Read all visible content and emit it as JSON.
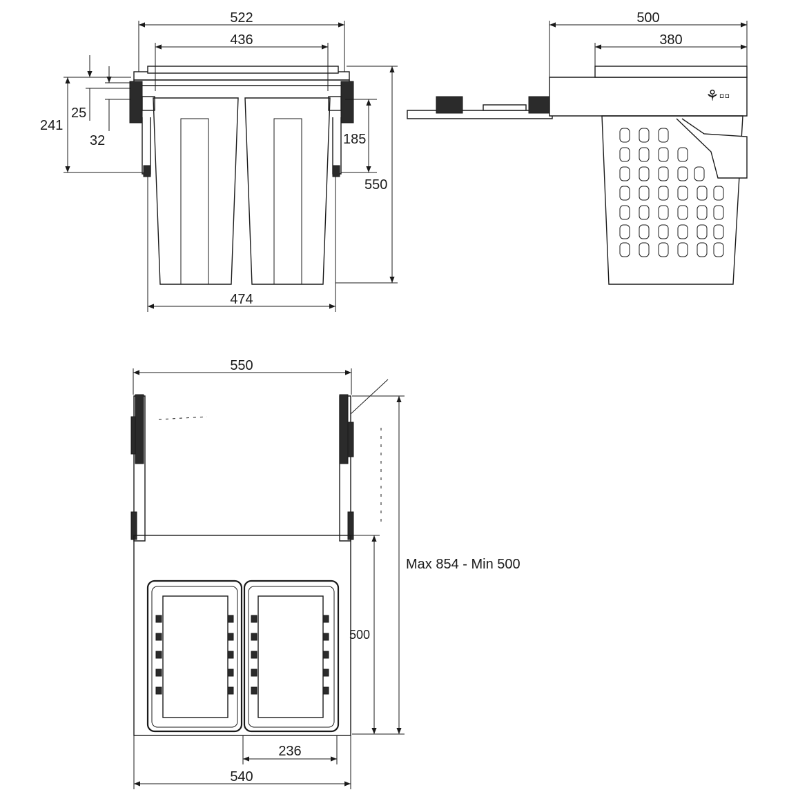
{
  "dimensions": {
    "front_overall_width": "522",
    "front_inner_width": "436",
    "front_bin_width": "474",
    "front_height_left": "241",
    "front_offset_25": "25",
    "front_offset_32": "32",
    "front_rail_height": "185",
    "front_total_height": "550",
    "side_overall_depth": "500",
    "side_basket_depth": "380",
    "top_overall_width": "550",
    "top_extension": "Max 854 - Min 500",
    "top_inner_depth": "500",
    "top_bin_width": "236",
    "top_base_width": "540"
  },
  "colors": {
    "line": "#1a1a1a",
    "background": "#ffffff"
  }
}
